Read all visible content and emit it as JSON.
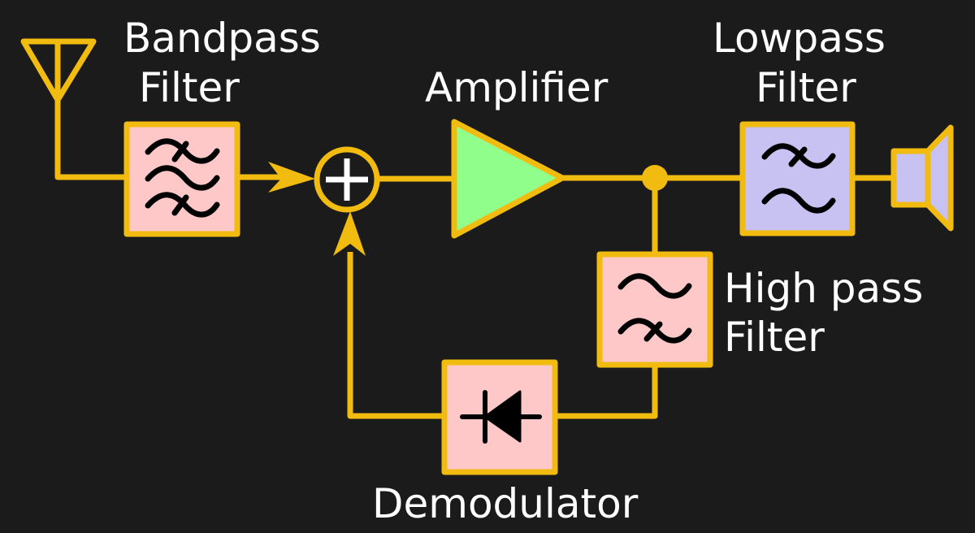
{
  "diagram": {
    "title": "",
    "colors": {
      "background": "#1b1b1b",
      "wire": "#f1bc0f",
      "filter_fill_pink": "#ffc8c8",
      "lowpass_fill": "#c8c2f2",
      "amplifier_fill": "#8ffe8b",
      "label_text": "#ffffff",
      "symbol": "#000000"
    },
    "nodes": [
      {
        "id": "antenna",
        "label": "",
        "icon": "antenna-icon"
      },
      {
        "id": "bandpass",
        "label_line1": "Bandpass",
        "label_line2": "Filter",
        "icon": "bandpass-filter-icon"
      },
      {
        "id": "summer",
        "label": "+",
        "icon": "summing-junction-icon"
      },
      {
        "id": "amplifier",
        "label": "Amplifier",
        "icon": "amplifier-triangle-icon"
      },
      {
        "id": "lowpass",
        "label_line1": "Lowpass",
        "label_line2": "Filter",
        "icon": "lowpass-filter-icon"
      },
      {
        "id": "speaker",
        "label": "",
        "icon": "speaker-icon"
      },
      {
        "id": "highpass",
        "label_line1": "High pass",
        "label_line2": "Filter",
        "icon": "highpass-filter-icon"
      },
      {
        "id": "demodulator",
        "label": "Demodulator",
        "icon": "diode-icon"
      }
    ],
    "edges": [
      {
        "from": "antenna",
        "to": "bandpass"
      },
      {
        "from": "bandpass",
        "to": "summer",
        "arrow": true
      },
      {
        "from": "summer",
        "to": "amplifier"
      },
      {
        "from": "amplifier",
        "to": "lowpass"
      },
      {
        "from": "lowpass",
        "to": "speaker"
      },
      {
        "from": "amplifier",
        "to": "highpass"
      },
      {
        "from": "highpass",
        "to": "demodulator"
      },
      {
        "from": "demodulator",
        "to": "summer",
        "arrow": true
      }
    ]
  }
}
